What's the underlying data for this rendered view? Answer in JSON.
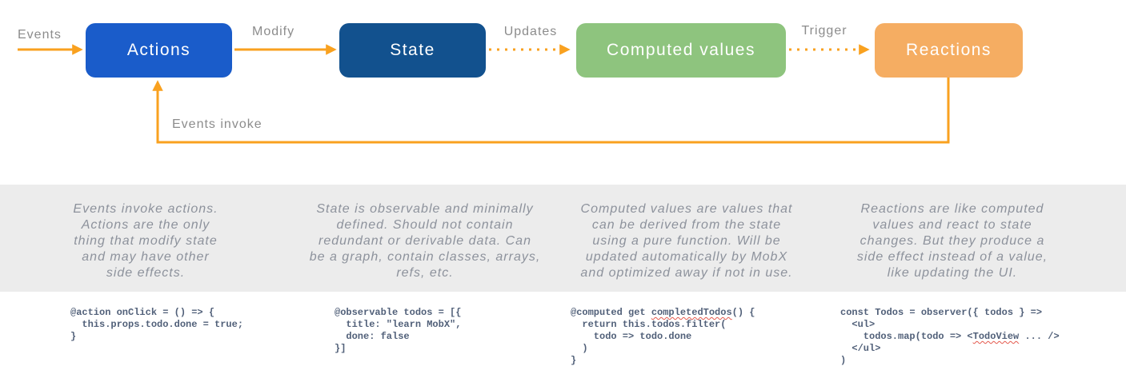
{
  "diagram": {
    "input_label": "Events",
    "feedback_label": "Events invoke",
    "arrow_color": "#f9a11f",
    "label_color": "#8c8c8c",
    "nodes": [
      {
        "id": "actions",
        "label": "Actions",
        "color": "#1a5cca"
      },
      {
        "id": "state",
        "label": "State",
        "color": "#12518e"
      },
      {
        "id": "computed",
        "label": "Computed values",
        "color": "#8ec47e"
      },
      {
        "id": "reactions",
        "label": "Reactions",
        "color": "#f5ad62"
      }
    ],
    "edges": [
      {
        "label": "Modify",
        "style": "solid"
      },
      {
        "label": "Updates",
        "style": "dotted"
      },
      {
        "label": "Trigger",
        "style": "dotted"
      }
    ]
  },
  "descriptions": [
    "Events invoke actions.\nActions are the only\nthing that modify state\nand may have other\nside effects.",
    "State is observable and minimally\ndefined. Should not contain\nredundant or derivable data. Can\nbe a graph, contain classes, arrays,\nrefs, etc.",
    "Computed values are values that\ncan be derived from the state\nusing a pure function. Will be\nupdated automatically by MobX\nand optimized away if not in use.",
    "Reactions are like computed\nvalues and react to state\nchanges. But they produce a\nside effect instead of a value,\nlike updating the UI."
  ],
  "code_samples": [
    {
      "lines": [
        "@action onClick = () => {",
        "  this.props.todo.done = true;",
        "}"
      ],
      "misspelled": []
    },
    {
      "lines": [
        "@observable todos = [{",
        "  title: \"learn MobX\",",
        "  done: false",
        "}]"
      ],
      "misspelled": []
    },
    {
      "lines": [
        "@computed get completedTodos() {",
        "  return this.todos.filter(",
        "    todo => todo.done",
        "  )",
        "}"
      ],
      "misspelled": [
        "completedTodos"
      ]
    },
    {
      "lines": [
        "const Todos = observer({ todos } =>",
        "  <ul>",
        "    todos.map(todo => <TodoView ... />",
        "  </ul>",
        ")"
      ],
      "misspelled": [
        "TodoView"
      ]
    }
  ]
}
